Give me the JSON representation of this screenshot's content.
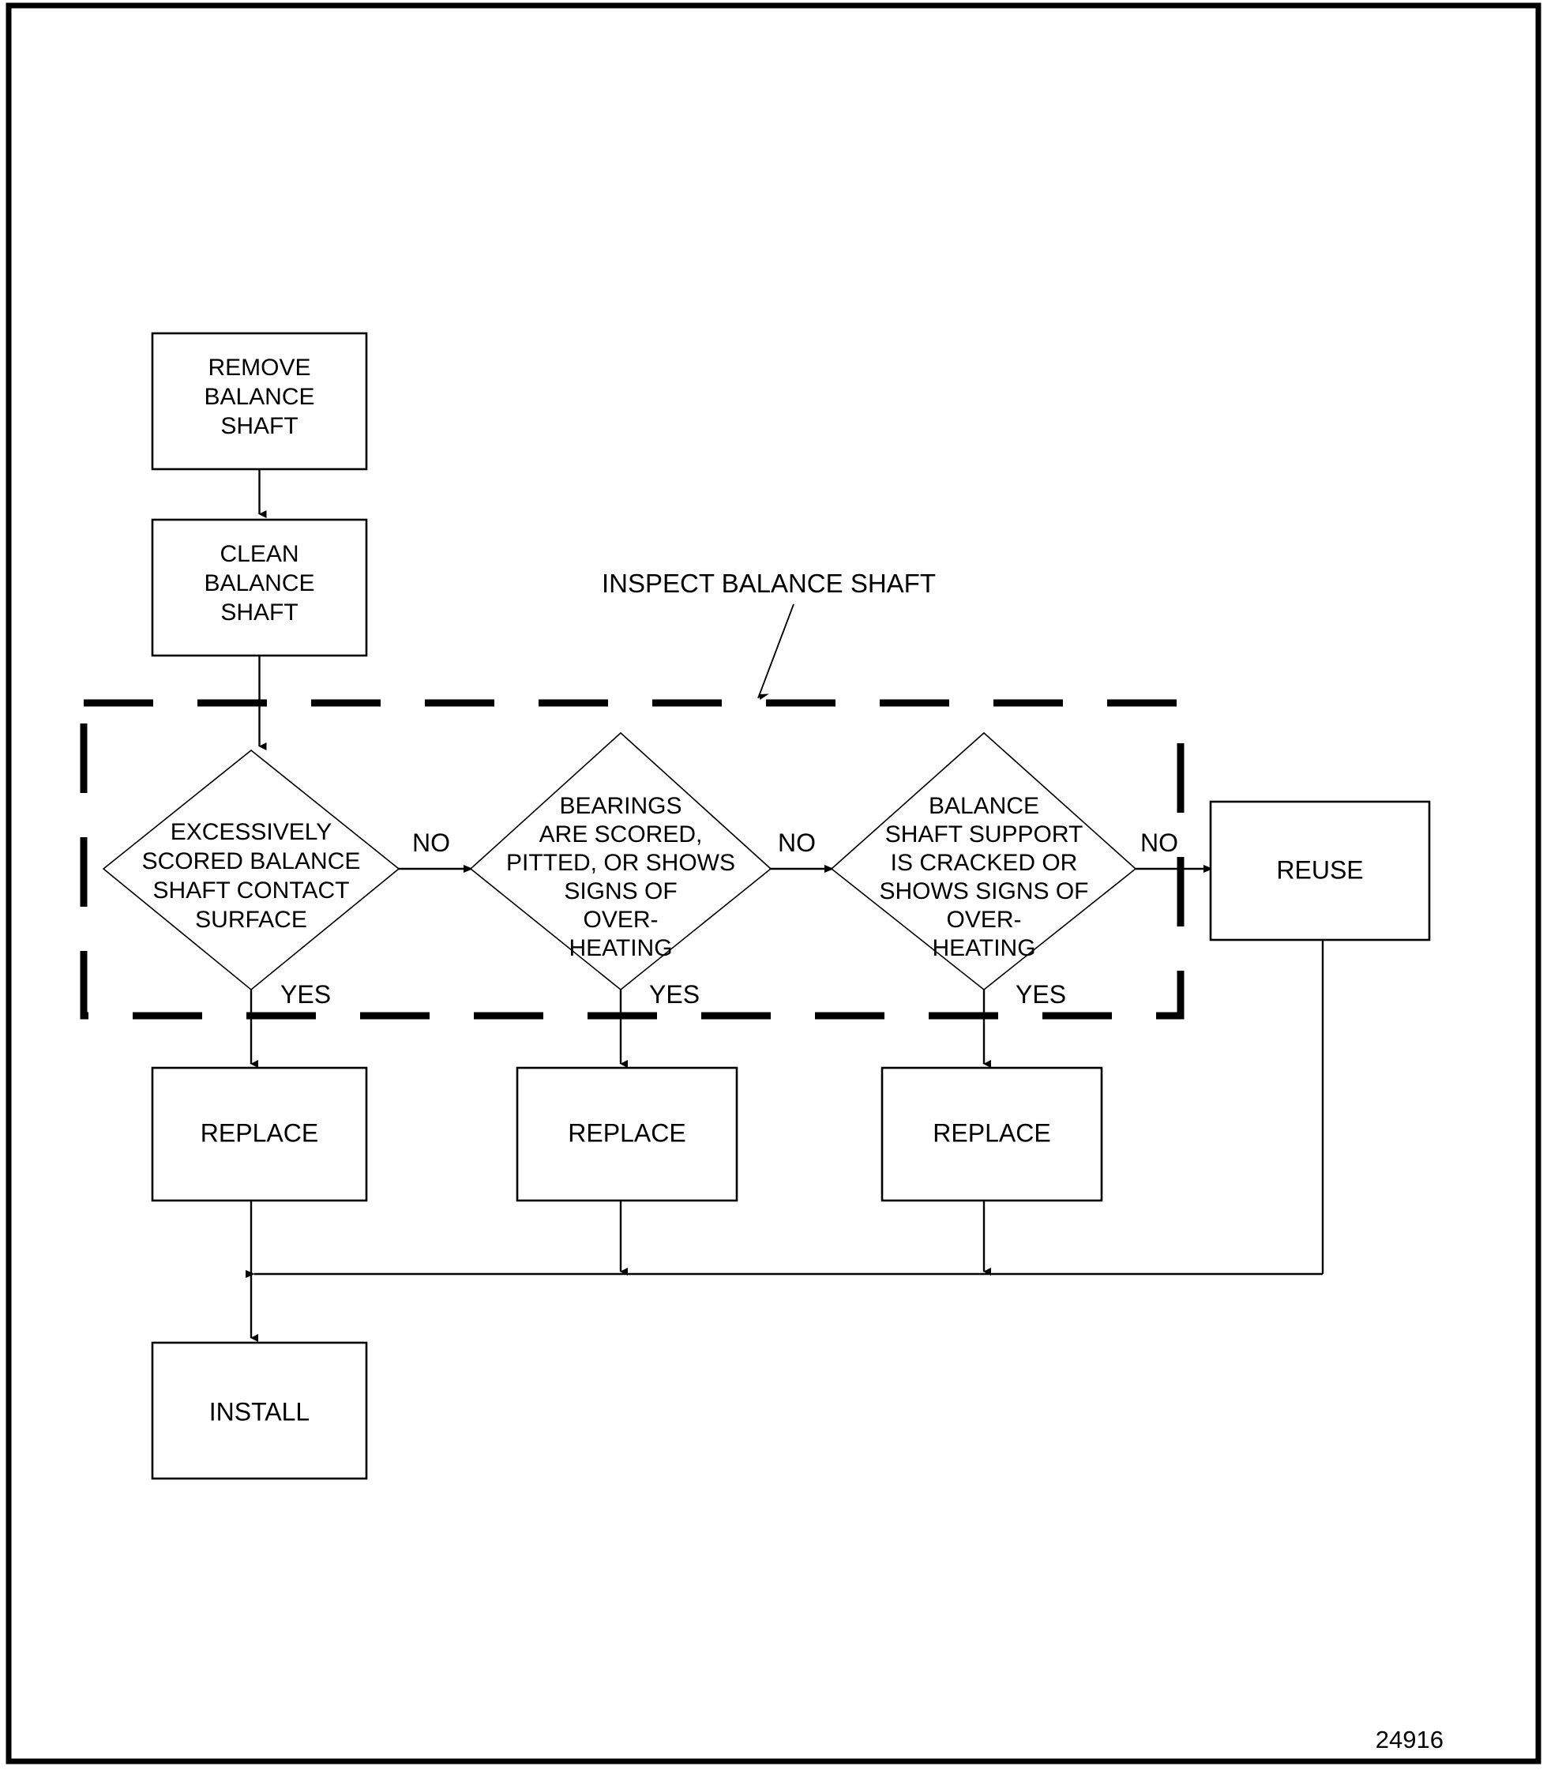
{
  "page": {
    "figure_number": "24916",
    "background_color": "#ffffff",
    "line_color": "#000000"
  },
  "callout": {
    "label": "INSPECT BALANCE SHAFT"
  },
  "nodes": {
    "remove": {
      "lines": [
        "REMOVE",
        "BALANCE",
        "SHAFT"
      ]
    },
    "clean": {
      "lines": [
        "CLEAN",
        "BALANCE",
        "SHAFT"
      ]
    },
    "decision1": {
      "lines": [
        "EXCESSIVELY",
        "SCORED BALANCE",
        "SHAFT CONTACT",
        "SURFACE"
      ]
    },
    "decision2": {
      "lines": [
        "BEARINGS",
        "ARE SCORED,",
        "PITTED, OR SHOWS",
        "SIGNS OF",
        "OVER-",
        "HEATING"
      ]
    },
    "decision3": {
      "lines": [
        "BALANCE",
        "SHAFT SUPPORT",
        "IS CRACKED OR",
        "SHOWS SIGNS OF",
        "OVER-",
        "HEATING"
      ]
    },
    "reuse": {
      "label": "REUSE"
    },
    "replace1": {
      "label": "REPLACE"
    },
    "replace2": {
      "label": "REPLACE"
    },
    "replace3": {
      "label": "REPLACE"
    },
    "install": {
      "label": "INSTALL"
    }
  },
  "edge_labels": {
    "no1": "NO",
    "no2": "NO",
    "no3": "NO",
    "yes1": "YES",
    "yes2": "YES",
    "yes3": "YES"
  },
  "chart_data": {
    "type": "table",
    "title": "INSPECT BALANCE SHAFT",
    "flow_steps": [
      "REMOVE BALANCE SHAFT",
      "CLEAN BALANCE SHAFT",
      "EXCESSIVELY SCORED BALANCE SHAFT CONTACT SURFACE",
      "BEARINGS ARE SCORED, PITTED, OR SHOWS SIGNS OF OVER-HEATING",
      "BALANCE SHAFT SUPPORT IS CRACKED OR SHOWS SIGNS OF OVER-HEATING",
      "REUSE",
      "REPLACE",
      "INSTALL"
    ]
  }
}
